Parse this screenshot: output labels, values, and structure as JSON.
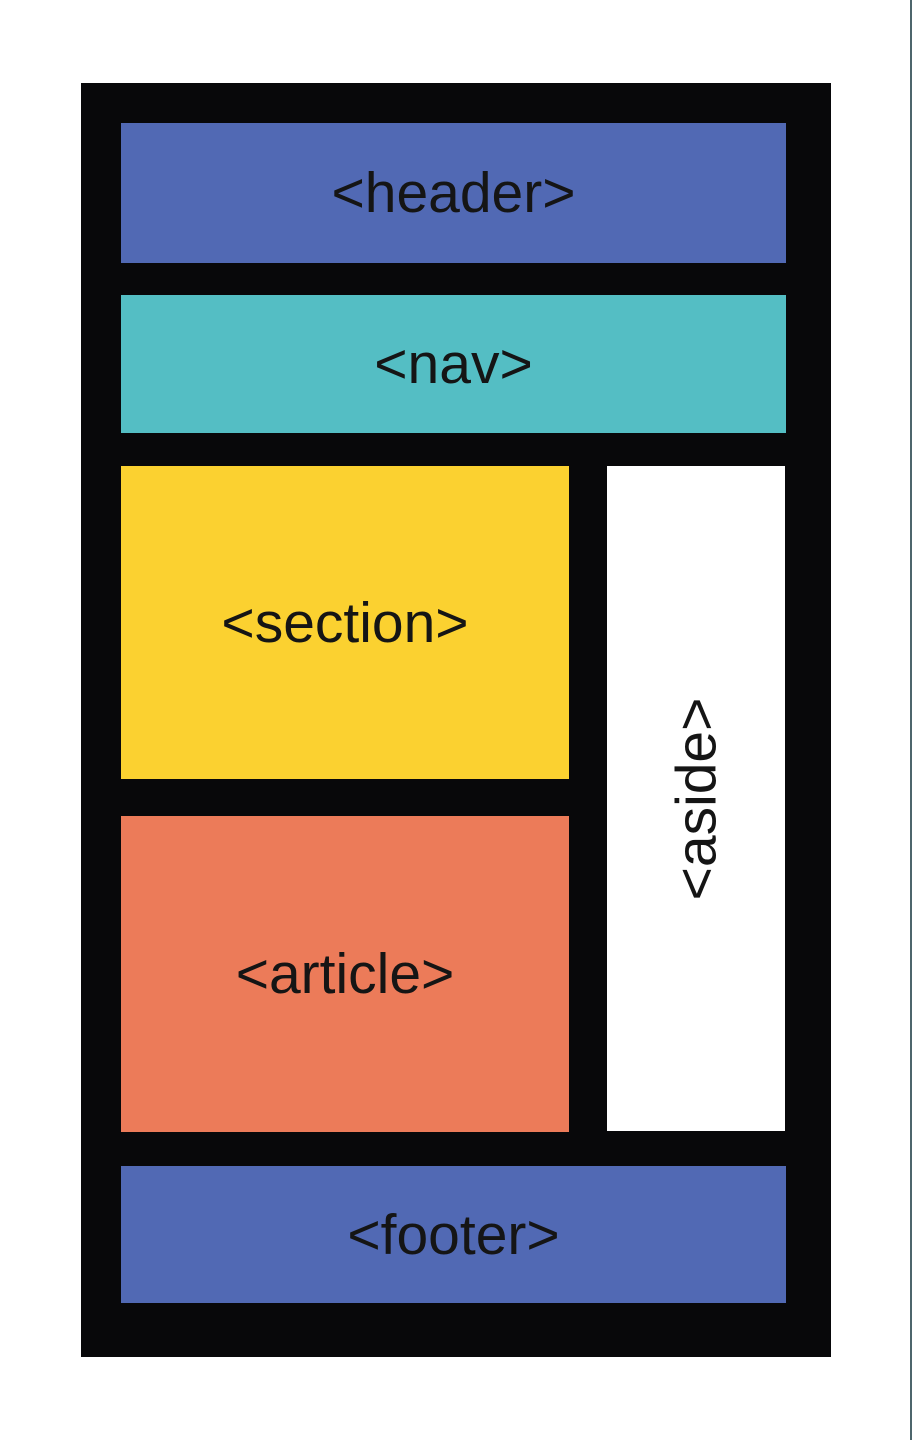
{
  "page": {
    "background": "#ffffff",
    "right_edge_line_color": "#4d666c"
  },
  "diagram": {
    "name": "html-semantic-layout-diagram",
    "frame_color": "#08080a",
    "text_color": "#151515",
    "blocks": {
      "header": {
        "label": "<header>",
        "color": "#5169b4"
      },
      "nav": {
        "label": "<nav>",
        "color": "#54bec4"
      },
      "section": {
        "label": "<section>",
        "color": "#fbd130"
      },
      "article": {
        "label": "<article>",
        "color": "#ec7b59"
      },
      "aside": {
        "label": "<aside>",
        "color": "#ffffff"
      },
      "footer": {
        "label": "<footer>",
        "color": "#5169b4"
      }
    }
  }
}
